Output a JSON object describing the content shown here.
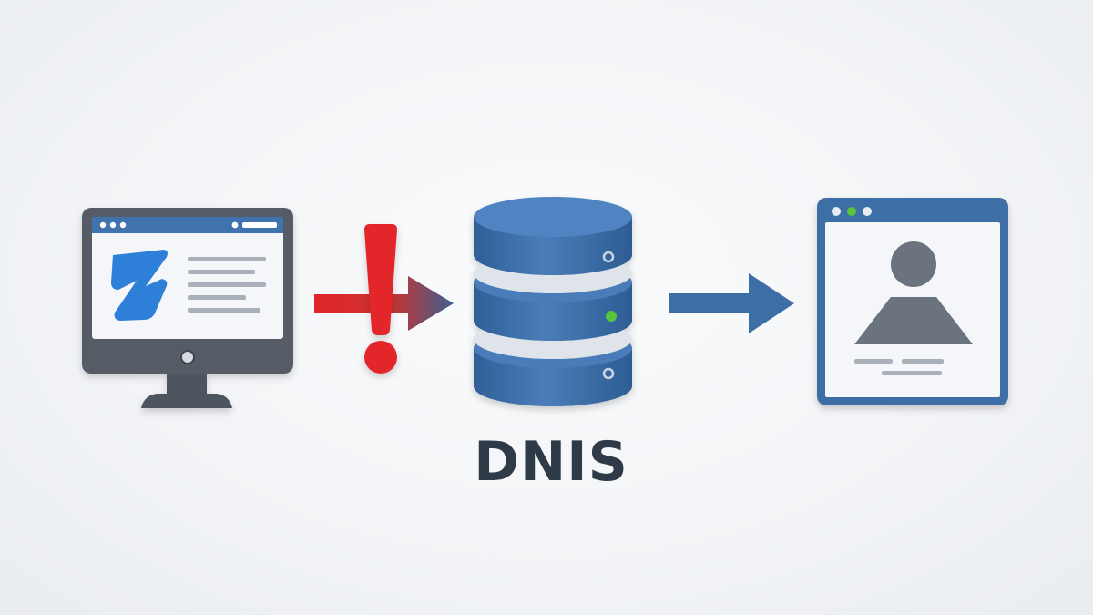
{
  "diagram": {
    "label": "DNIS",
    "nodes": [
      {
        "id": "source",
        "icon": "monitor-icon"
      },
      {
        "id": "database",
        "icon": "database-icon"
      },
      {
        "id": "destination",
        "icon": "profile-window-icon"
      }
    ],
    "edges": [
      {
        "from": "source",
        "to": "database",
        "status": "error",
        "marker": "exclamation-icon"
      },
      {
        "from": "database",
        "to": "destination",
        "status": "ok"
      }
    ],
    "colors": {
      "primary_blue": "#3e6ea6",
      "dark_frame": "#505862",
      "error_red": "#e3262b",
      "status_green": "#56c63b",
      "logo_blue": "#2f7fd7",
      "label_text": "#2f3a48"
    }
  }
}
